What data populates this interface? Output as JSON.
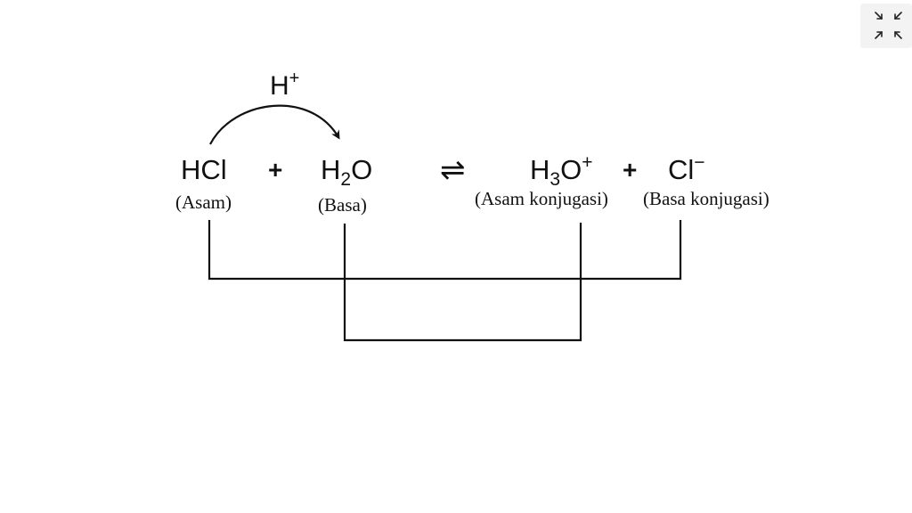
{
  "reaction": {
    "proton": {
      "base": "H",
      "charge": "+"
    },
    "reactant_acid": {
      "formula": "HCl",
      "role": "(Asam)"
    },
    "plus_1": "+",
    "reactant_base": {
      "pre": "H",
      "sub": "2",
      "post": "O",
      "role": "(Basa)"
    },
    "equilibrium_symbol": "⇌",
    "product_acid": {
      "pre": "H",
      "sub": "3",
      "post": "O",
      "charge": "+",
      "role": "(Asam konjugasi)"
    },
    "plus_2": "+",
    "product_base": {
      "base": "Cl",
      "charge": "−",
      "role": "(Basa konjugasi)"
    }
  },
  "colors": {
    "ink": "#111111",
    "background": "#ffffff",
    "control_bg": "#f3f3f3"
  },
  "controls": {
    "icon": "collapse-fullscreen-icon"
  }
}
